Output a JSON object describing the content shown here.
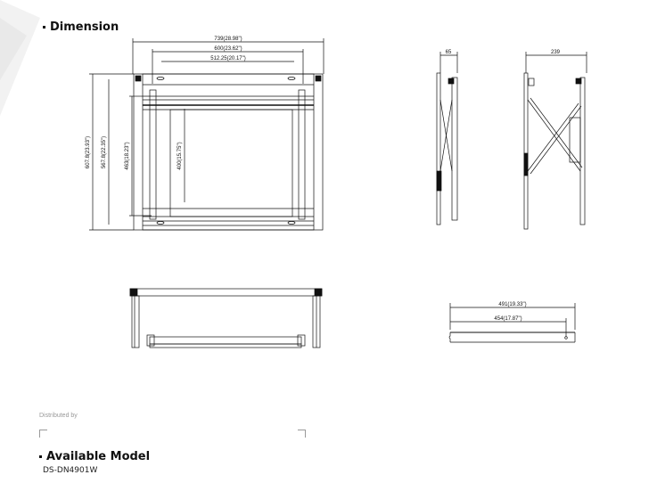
{
  "dimension": {
    "heading": "Dimension",
    "front_view": {
      "width_overall": "739(28.98\")",
      "width_mid": "600(23.62\")",
      "width_inner": "512.25(20.17\")",
      "height_overall": "607.8(23.93\")",
      "height_mid": "567.8(22.35\")",
      "height_inner": "463(18.23\")",
      "height_vesa": "400(15.75\")"
    },
    "side_view_collapsed": {
      "depth": "65"
    },
    "side_view_extended": {
      "depth": "239"
    },
    "bracket_view": {
      "length_overall": "491(19.33\")",
      "length_inner": "454(17.87\")"
    }
  },
  "distributed_by": "Distributed by",
  "available_model": {
    "heading": "Available Model",
    "model": "DS-DN4901W"
  }
}
